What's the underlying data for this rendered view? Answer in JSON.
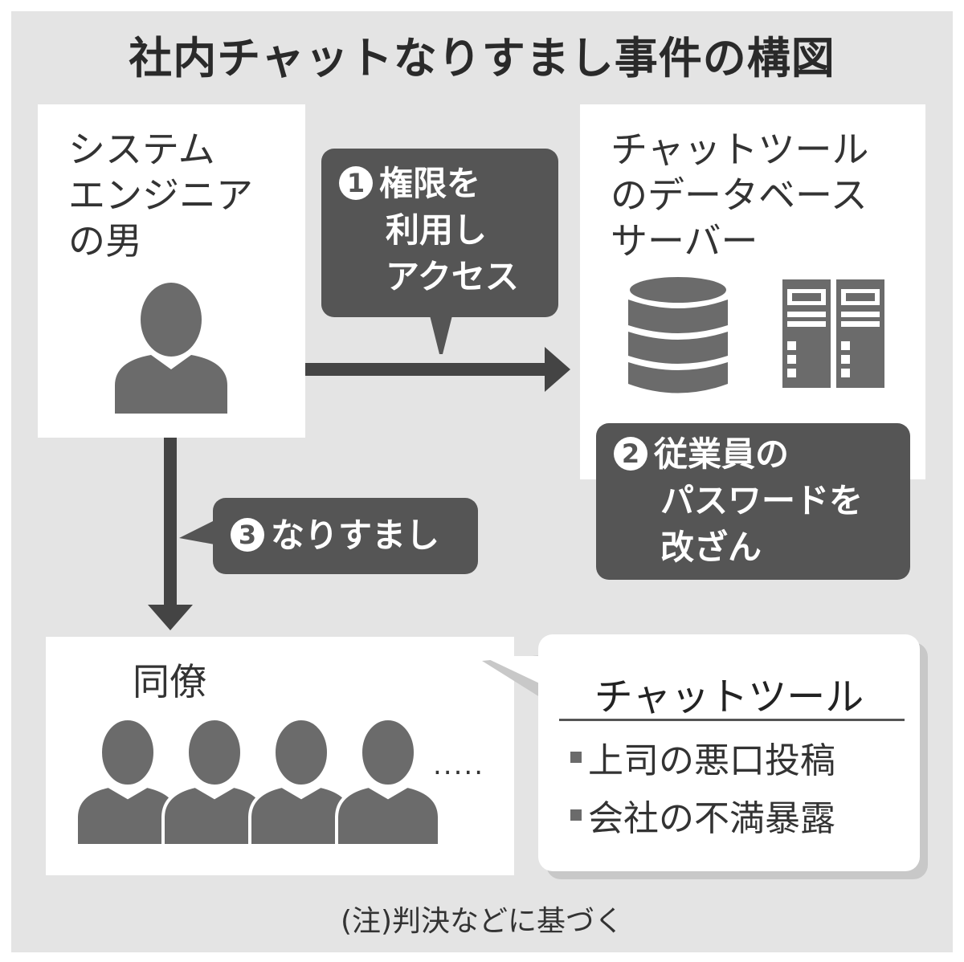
{
  "title": "社内チャットなりすまし事件の構図",
  "engineer": {
    "lines": [
      "システム",
      "エンジニア",
      "の男"
    ]
  },
  "server": {
    "lines": [
      "チャットツール",
      "のデータベース",
      "サーバー"
    ]
  },
  "step1": {
    "number": "1",
    "lines": [
      "権限を",
      "利用し",
      "アクセス"
    ]
  },
  "step2": {
    "number": "2",
    "lines": [
      "従業員の",
      "パスワードを",
      "改ざん"
    ]
  },
  "step3": {
    "number": "3",
    "label": "なりすまし"
  },
  "colleagues": {
    "label": "同僚",
    "ellipsis": "....."
  },
  "chat_tool": {
    "title": "チャットツール",
    "items": [
      "上司の悪口投稿",
      "会社の不満暴露"
    ]
  },
  "footnote": "(注)判決などに基づく",
  "colors": {
    "background": "#e4e4e4",
    "dark": "#555555",
    "icon": "#6b6b6b"
  }
}
